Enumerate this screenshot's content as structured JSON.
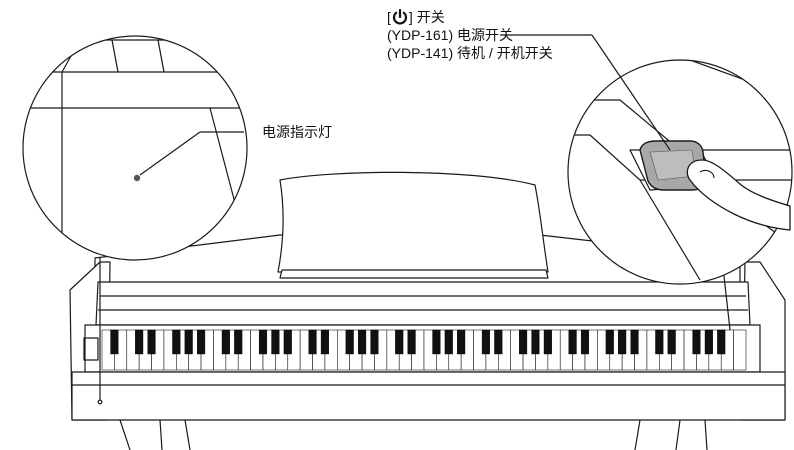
{
  "callouts": {
    "power_switch": {
      "bracket_open": "[",
      "icon": "power-standby-icon",
      "bracket_close": "]",
      "title": "开关",
      "line2": "(YDP-161) 电源开关",
      "line3": "(YDP-141) 待机 / 开机开关"
    },
    "power_indicator": {
      "label": "电源指示灯"
    }
  },
  "colors": {
    "line": "#1a1a1a",
    "fill": "#ffffff",
    "button_fill": "#a8a8a8",
    "dark_key": "#111111"
  }
}
